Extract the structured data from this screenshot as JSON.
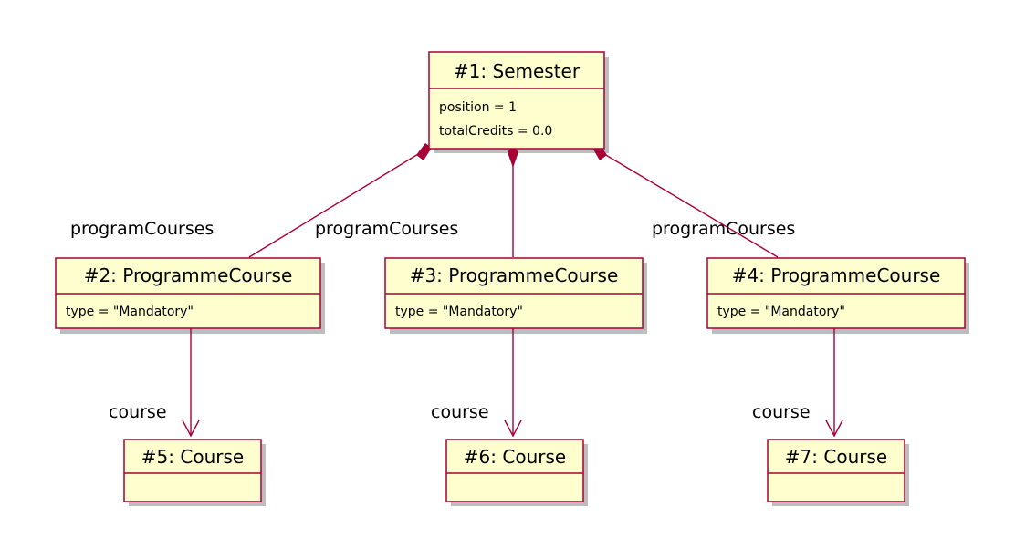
{
  "diagram": {
    "colors": {
      "box_fill": "#FEFECE",
      "box_border": "#A80036",
      "shadow": "#BDBDBD",
      "background": "#FFFFFF"
    },
    "objects": {
      "semester": {
        "title": "#1: Semester",
        "attrs": [
          "position = 1",
          "totalCredits = 0.0"
        ]
      },
      "pc2": {
        "title": "#2: ProgrammeCourse",
        "attrs": [
          "type = \"Mandatory\""
        ]
      },
      "pc3": {
        "title": "#3: ProgrammeCourse",
        "attrs": [
          "type = \"Mandatory\""
        ]
      },
      "pc4": {
        "title": "#4: ProgrammeCourse",
        "attrs": [
          "type = \"Mandatory\""
        ]
      },
      "c5": {
        "title": "#5: Course"
      },
      "c6": {
        "title": "#6: Course"
      },
      "c7": {
        "title": "#7: Course"
      }
    },
    "links": {
      "program_courses_1": "programCourses",
      "program_courses_2": "programCourses",
      "program_courses_3": "programCourses",
      "course_1": "course",
      "course_2": "course",
      "course_3": "course"
    }
  }
}
